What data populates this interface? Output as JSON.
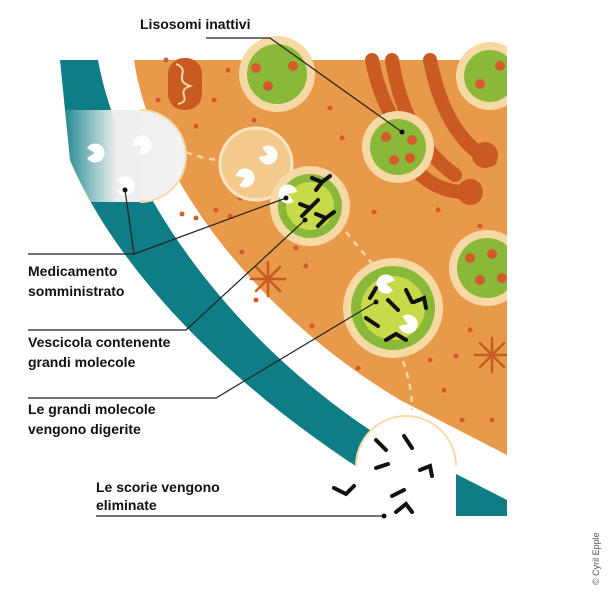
{
  "labels": {
    "inactive_lysosomes": "Lisosomi inattivi",
    "drug_line1": "Medicamento",
    "drug_line2": "somministrato",
    "vesicle_line1": "Vescicola contenente",
    "vesicle_line2": "grandi molecole",
    "digested_line1": "Le grandi molecole",
    "digested_line2": "vengono digerite",
    "waste_line1": "Le scorie vengono",
    "waste_line2": "eliminate"
  },
  "credit": "© Cyril Epple",
  "colors": {
    "cytoplasm": "#e8994a",
    "membrane": "#0e7d86",
    "lysosome_fill": "#8ab93a",
    "lysosome_ring": "#f7d9a6",
    "lysosome_dot": "#d55a2c",
    "golgi": "#c85a22",
    "vesicle": "#f3c98c",
    "exterior_blob": "#ffffff",
    "fragment": "#111111"
  },
  "icons": {
    "drug_particle": "pacman-shape-icon",
    "enzyme": "y-shape-enzyme-icon",
    "fragment": "dash-fragment-icon",
    "centrosome": "star-burst-icon"
  }
}
